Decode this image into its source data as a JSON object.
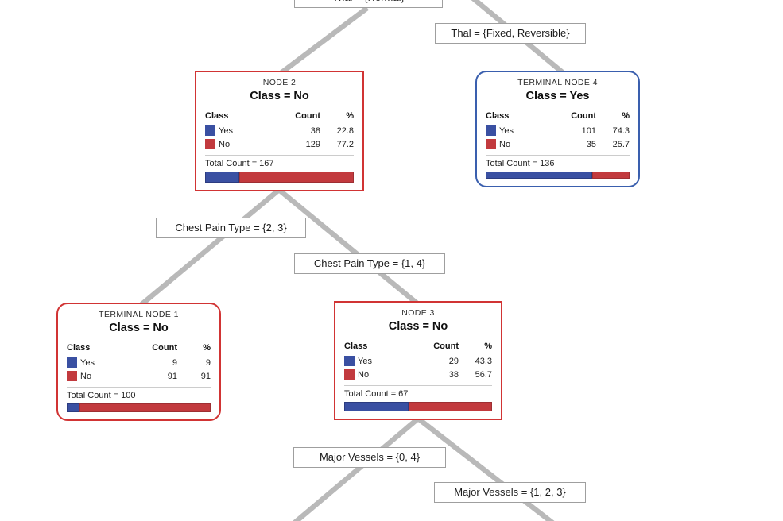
{
  "colors": {
    "class_yes_blue": "#3a50a2",
    "class_no_red": "#c23a3e",
    "split_node_border_red": "#d13434",
    "terminal_yes_border_blue": "#3a5fae",
    "edge_gray": "#b9b9b9"
  },
  "edge_labels": [
    {
      "text": "Thal = {Normal}"
    },
    {
      "text": "Thal = {Fixed, Reversible}"
    },
    {
      "text": "Chest Pain Type = {2, 3}"
    },
    {
      "text": "Chest Pain Type = {1, 4}"
    },
    {
      "text": "Major Vessels = {0, 4}"
    },
    {
      "text": "Major Vessels = {1, 2, 3}"
    }
  ],
  "nodes": [
    {
      "title": "NODE 2",
      "class_label": "Class = No",
      "columns": {
        "class": "Class",
        "count": "Count",
        "pct": "%"
      },
      "rows": [
        {
          "label": "Yes",
          "count": "38",
          "pct": "22.8",
          "color": "#3a50a2"
        },
        {
          "label": "No",
          "count": "129",
          "pct": "77.2",
          "color": "#c23a3e"
        }
      ],
      "total_label": "Total Count = 167",
      "bar": {
        "yes_pct": 22.8,
        "no_pct": 77.2
      }
    },
    {
      "title": "TERMINAL NODE 4",
      "class_label": "Class = Yes",
      "columns": {
        "class": "Class",
        "count": "Count",
        "pct": "%"
      },
      "rows": [
        {
          "label": "Yes",
          "count": "101",
          "pct": "74.3",
          "color": "#3a50a2"
        },
        {
          "label": "No",
          "count": "35",
          "pct": "25.7",
          "color": "#c23a3e"
        }
      ],
      "total_label": "Total Count = 136",
      "bar": {
        "yes_pct": 74.3,
        "no_pct": 25.7
      }
    },
    {
      "title": "TERMINAL NODE 1",
      "class_label": "Class = No",
      "columns": {
        "class": "Class",
        "count": "Count",
        "pct": "%"
      },
      "rows": [
        {
          "label": "Yes",
          "count": "9",
          "pct": "9",
          "color": "#3a50a2"
        },
        {
          "label": "No",
          "count": "91",
          "pct": "91",
          "color": "#c23a3e"
        }
      ],
      "total_label": "Total Count = 100",
      "bar": {
        "yes_pct": 9,
        "no_pct": 91
      }
    },
    {
      "title": "NODE 3",
      "class_label": "Class = No",
      "columns": {
        "class": "Class",
        "count": "Count",
        "pct": "%"
      },
      "rows": [
        {
          "label": "Yes",
          "count": "29",
          "pct": "43.3",
          "color": "#3a50a2"
        },
        {
          "label": "No",
          "count": "38",
          "pct": "56.7",
          "color": "#c23a3e"
        }
      ],
      "total_label": "Total Count = 67",
      "bar": {
        "yes_pct": 43.3,
        "no_pct": 56.7
      }
    }
  ]
}
